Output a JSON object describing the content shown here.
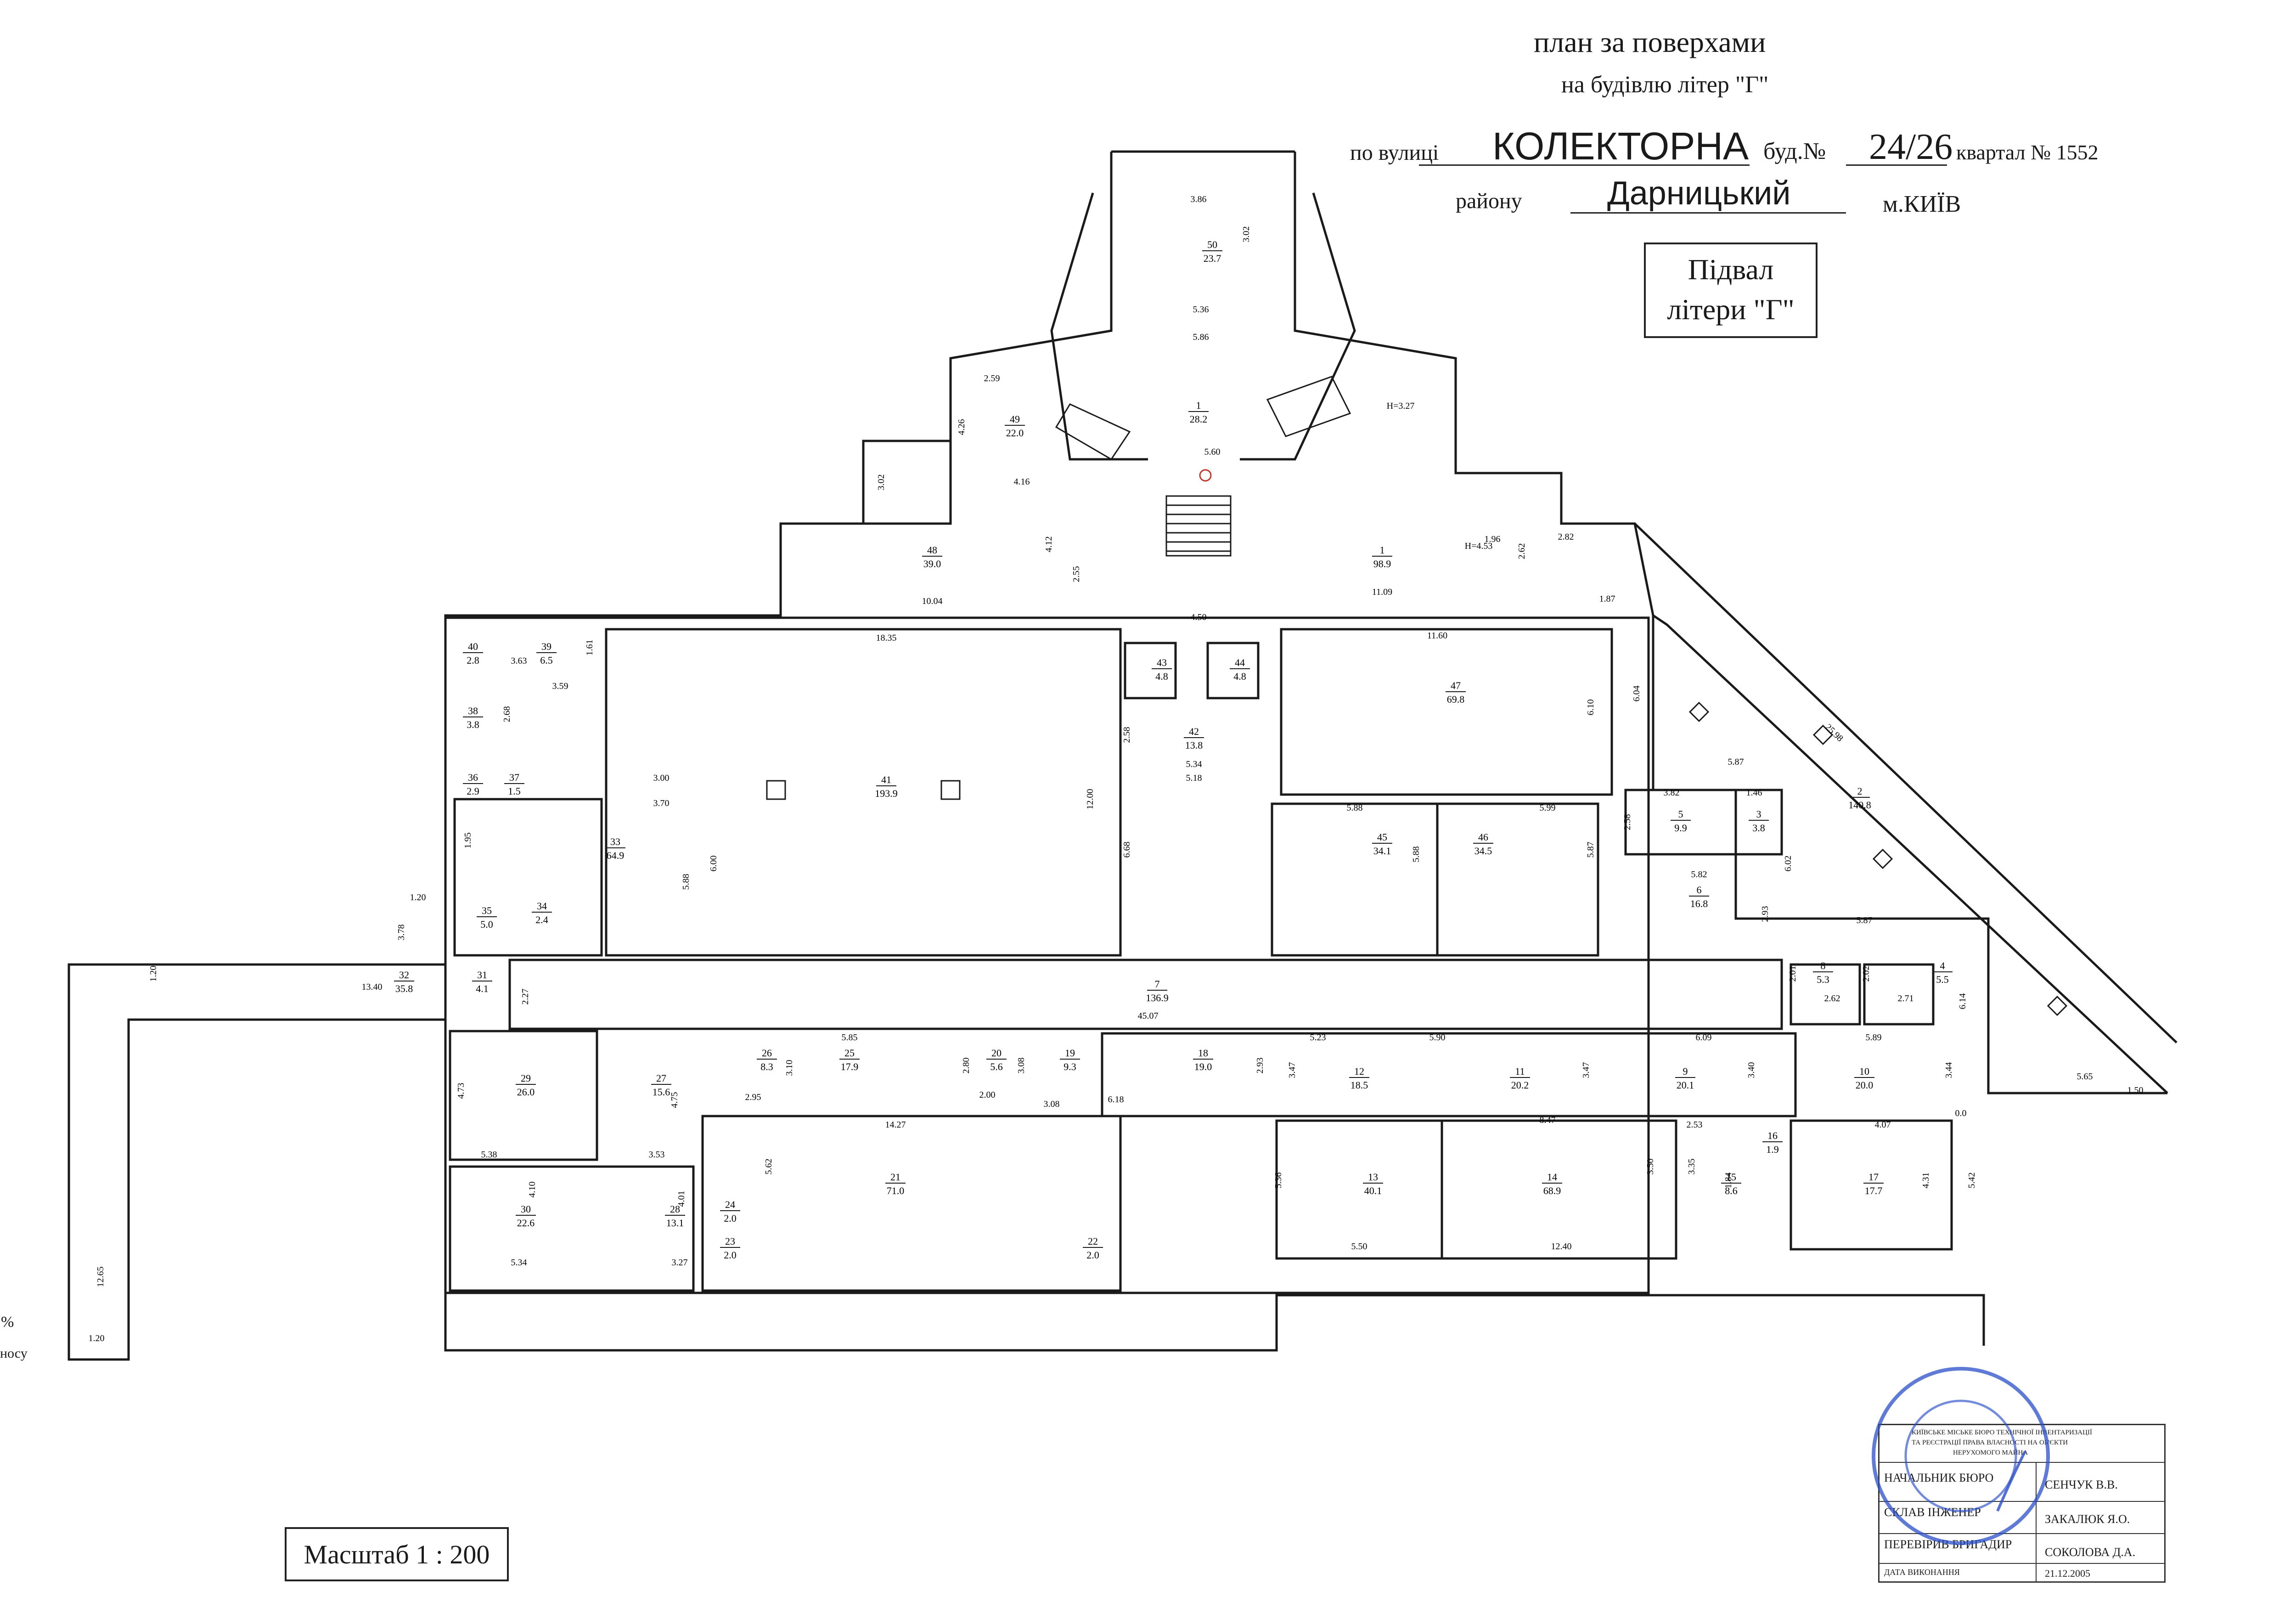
{
  "header": {
    "title": "план за поверхами",
    "subtitle": "на будівлю літер \"Г\"",
    "street_label": "по вулиці",
    "street": "КОЛЕКТОРНА",
    "building_label": "буд.№",
    "building": "24/26",
    "quarter": "квартал № 1552",
    "district_label": "району",
    "district": "Дарницький",
    "city": "м.КИЇВ"
  },
  "floor_box": {
    "line1": "Підвал",
    "line2": "літери \"Г\""
  },
  "scale_label": "Масштаб 1 : 200",
  "rooms": [
    {
      "n": "1",
      "a": "28.2"
    },
    {
      "n": "1",
      "a": "98.9"
    },
    {
      "n": "2",
      "a": "140.8"
    },
    {
      "n": "3",
      "a": "3.8"
    },
    {
      "n": "4",
      "a": "5.5"
    },
    {
      "n": "5",
      "a": "9.9"
    },
    {
      "n": "6",
      "a": "16.8"
    },
    {
      "n": "7",
      "a": "136.9"
    },
    {
      "n": "8",
      "a": "5.3"
    },
    {
      "n": "9",
      "a": "20.1"
    },
    {
      "n": "10",
      "a": "20.0"
    },
    {
      "n": "11",
      "a": "20.2"
    },
    {
      "n": "12",
      "a": "18.5"
    },
    {
      "n": "13",
      "a": "40.1"
    },
    {
      "n": "14",
      "a": "68.9"
    },
    {
      "n": "15",
      "a": "8.6"
    },
    {
      "n": "16",
      "a": "1.9"
    },
    {
      "n": "17",
      "a": "17.7"
    },
    {
      "n": "18",
      "a": "19.0"
    },
    {
      "n": "19",
      "a": "9.3"
    },
    {
      "n": "20",
      "a": "5.6"
    },
    {
      "n": "21",
      "a": "71.0"
    },
    {
      "n": "22",
      "a": "2.0"
    },
    {
      "n": "23",
      "a": "2.0"
    },
    {
      "n": "24",
      "a": "2.0"
    },
    {
      "n": "25",
      "a": "17.9"
    },
    {
      "n": "26",
      "a": "8.3"
    },
    {
      "n": "27",
      "a": "15.6"
    },
    {
      "n": "28",
      "a": "13.1"
    },
    {
      "n": "29",
      "a": "26.0"
    },
    {
      "n": "30",
      "a": "22.6"
    },
    {
      "n": "31",
      "a": "4.1"
    },
    {
      "n": "32",
      "a": "35.8"
    },
    {
      "n": "33",
      "a": "64.9"
    },
    {
      "n": "34",
      "a": "2.4"
    },
    {
      "n": "35",
      "a": "5.0"
    },
    {
      "n": "36",
      "a": "2.9"
    },
    {
      "n": "37",
      "a": "1.5"
    },
    {
      "n": "38",
      "a": "3.8"
    },
    {
      "n": "39",
      "a": "6.5"
    },
    {
      "n": "40",
      "a": "2.8"
    },
    {
      "n": "41",
      "a": "193.9"
    },
    {
      "n": "42",
      "a": "13.8"
    },
    {
      "n": "43",
      "a": "4.8"
    },
    {
      "n": "44",
      "a": "4.8"
    },
    {
      "n": "45",
      "a": "34.1"
    },
    {
      "n": "46",
      "a": "34.5"
    },
    {
      "n": "47",
      "a": "69.8"
    },
    {
      "n": "48",
      "a": "39.0"
    },
    {
      "n": "49",
      "a": "22.0"
    },
    {
      "n": "50",
      "a": "23.7"
    }
  ],
  "dims": [
    "3.86",
    "3.02",
    "5.36",
    "5.86",
    "5.60",
    "2.59",
    "4.26",
    "4.16",
    "3.02",
    "4.12",
    "2.55",
    "10.04",
    "4.50",
    "11.09",
    "1.96",
    "2.62",
    "2.82",
    "1.87",
    "H=3.27",
    "H=4.53",
    "18.35",
    "11.60",
    "6.10",
    "6.04",
    "25.98",
    "5.87",
    "3.82",
    "1.46",
    "2.58",
    "6.02",
    "5.82",
    "2.93",
    "5.87",
    "2.01",
    "2.02",
    "2.62",
    "2.71",
    "6.14",
    "5.65",
    "1.50",
    "12.00",
    "6.68",
    "2.58",
    "5.34",
    "5.18",
    "5.88",
    "5.99",
    "5.87",
    "5.88",
    "3.00",
    "3.70",
    "6.00",
    "5.88",
    "3.63",
    "1.61",
    "3.59",
    "2.68",
    "1.95",
    "1.20",
    "3.78",
    "1.20",
    "13.40",
    "2.27",
    "45.07",
    "12.65",
    "1.20",
    "4.73",
    "5.38",
    "3.53",
    "4.10",
    "4.01",
    "4.75",
    "5.34",
    "3.27",
    "2.95",
    "3.10",
    "5.85",
    "2.80",
    "3.08",
    "2.00",
    "3.08",
    "6.18",
    "2.93",
    "5.23",
    "3.47",
    "5.90",
    "3.47",
    "6.09",
    "3.40",
    "5.89",
    "3.44",
    "0.0",
    "8.47",
    "2.53",
    "3.50",
    "3.35",
    "1.84",
    "4.07",
    "4.31",
    "5.42",
    "14.27",
    "5.62",
    "5.36",
    "5.50",
    "12.40"
  ],
  "stamp": {
    "org_line1": "КИЇВСЬКЕ МІСЬКЕ БЮРО ТЕХНІЧНОЇ ІНВЕНТАРИЗАЦІЇ",
    "org_line2": "ТА РЕЄСТРАЦІЇ ПРАВА ВЛАСНОСТІ НА ОБ'ЄКТИ",
    "org_line3": "НЕРУХОМОГО МАЙНА",
    "rows": [
      {
        "role": "НАЧАЛЬНИК БЮРО",
        "name": "СЕНЧУК В.В."
      },
      {
        "role": "СКЛАВ ІНЖЕНЕР",
        "name": "ЗАКАЛЮК Я.О."
      },
      {
        "role": "ПЕРЕВІРИВ БРИГАДИР",
        "name": "СОКОЛОВА Д.А."
      },
      {
        "role": "ДАТА ВИКОНАННЯ",
        "name": "21.12.2005"
      }
    ]
  },
  "margin_text": [
    "%",
    "носу"
  ],
  "colors": {
    "ink": "#1a1a1a",
    "seal": "#2a4fc8",
    "paper": "#ffffff",
    "room_mark": "#c0392b"
  }
}
